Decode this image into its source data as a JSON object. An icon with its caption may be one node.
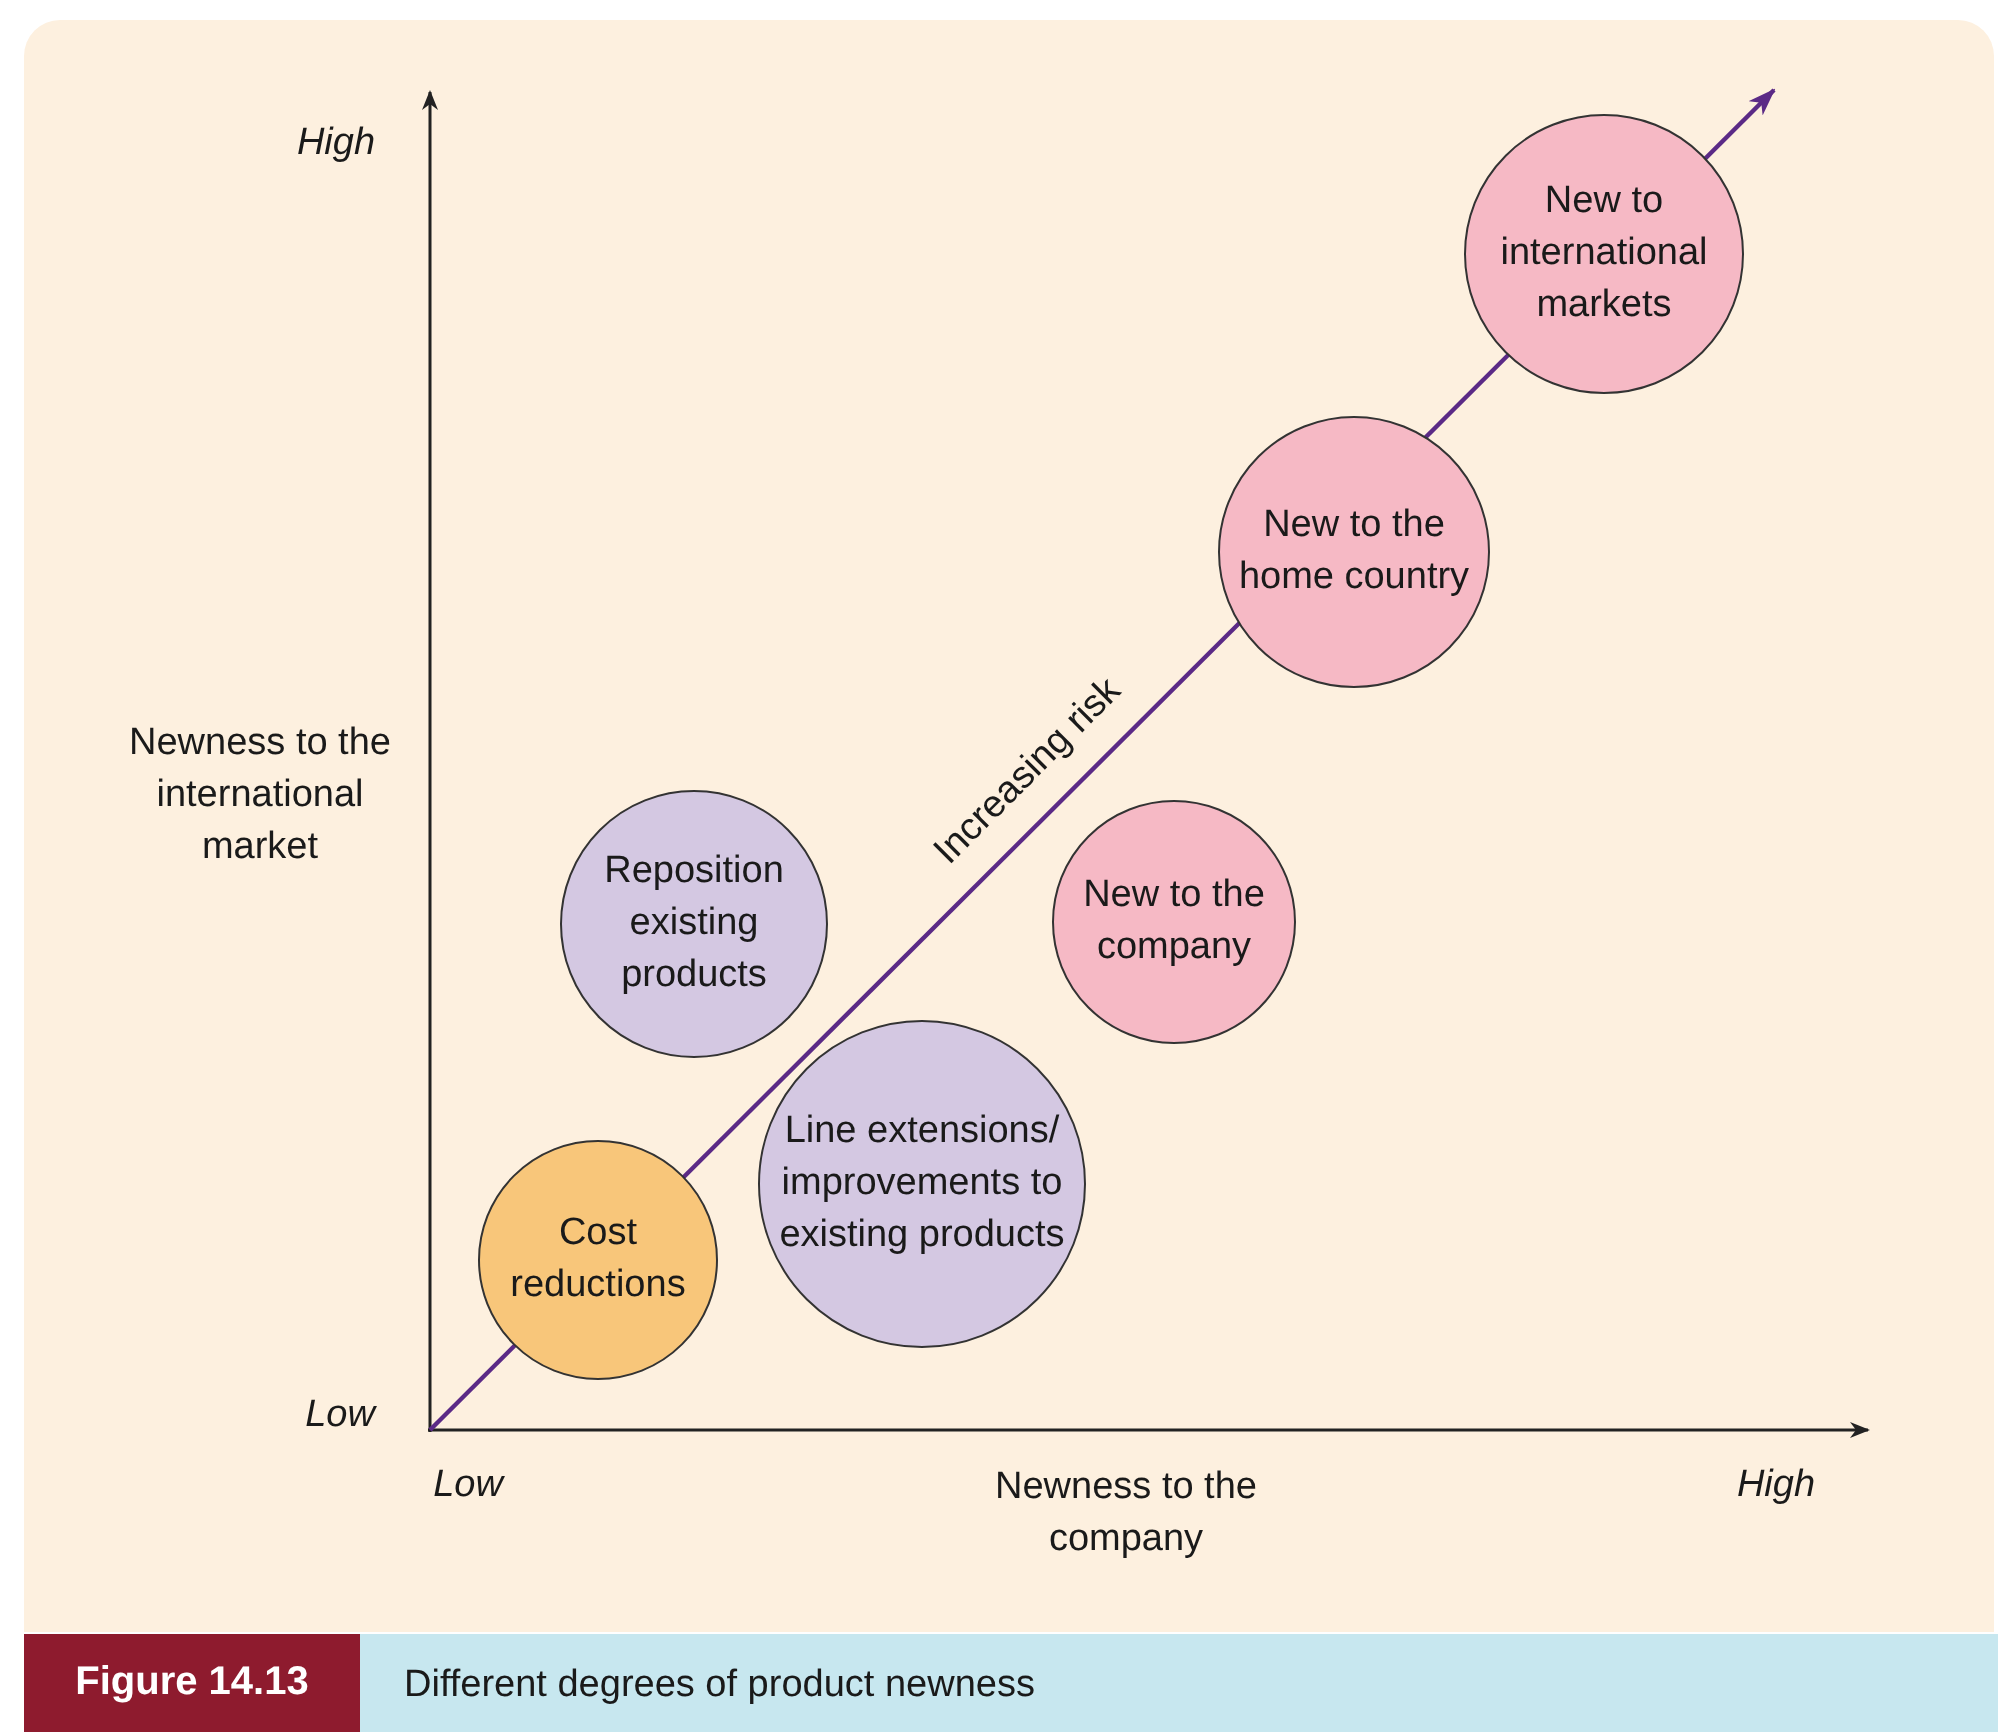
{
  "diagram": {
    "caption": "Different degrees of product newness",
    "nodes": [
      {
        "text": [
          "Cost reductions"
        ]
      },
      {
        "text": [
          "Reposition existing products"
        ]
      },
      {
        "text": [
          "Line extensions/ improvements to existing products"
        ]
      },
      {
        "text": [
          "New to the company"
        ]
      },
      {
        "text": [
          "New to the home country"
        ]
      },
      {
        "text": [
          "New to international markets"
        ]
      }
    ],
    "labels": [
      "High",
      "Newness to the international market",
      "Increasing risk",
      "Low",
      "Low",
      "Newness to the company",
      "High",
      "Figure 14.13"
    ]
  }
}
